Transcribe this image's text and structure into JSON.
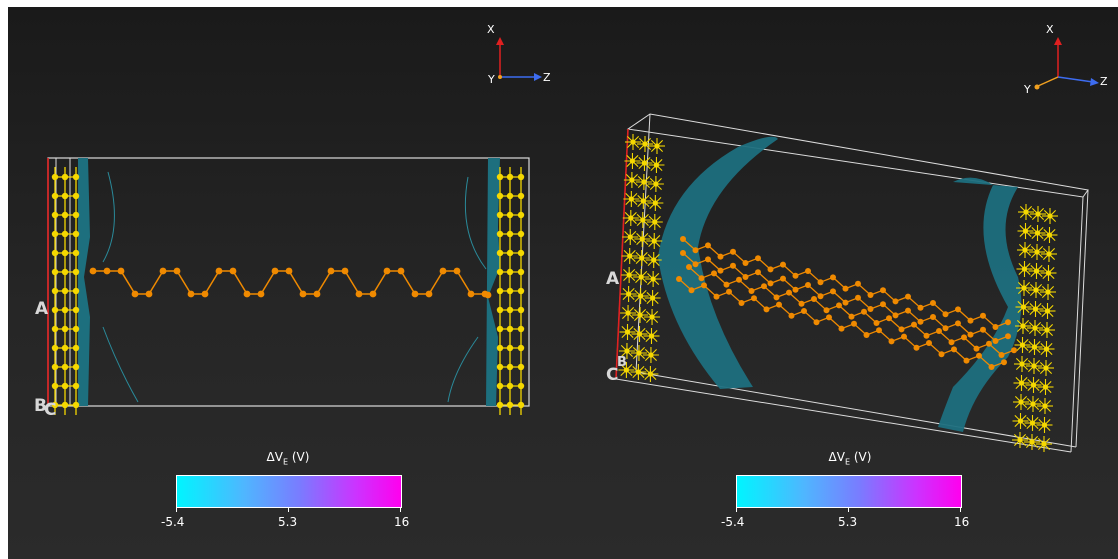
{
  "panels": [
    {
      "axes": {
        "x": "X",
        "y": "Y",
        "z": "Z"
      },
      "cell_letters": [
        "A",
        "B",
        "C"
      ],
      "colorbar": {
        "title": "ΔV",
        "title_sub": "E",
        "title_unit": "(V)",
        "ticks": [
          "-5.4",
          "5.3",
          "16"
        ],
        "colors": [
          "#00f5ff",
          "#7a7bff",
          "#ff00ee"
        ]
      }
    },
    {
      "axes": {
        "x": "X",
        "y": "Y",
        "z": "Z"
      },
      "cell_letters": [
        "A",
        "B",
        "C"
      ],
      "colorbar": {
        "title": "ΔV",
        "title_sub": "E",
        "title_unit": "(V)",
        "ticks": [
          "-5.4",
          "5.3",
          "16"
        ],
        "colors": [
          "#00f5ff",
          "#7a7bff",
          "#ff00ee"
        ]
      }
    }
  ],
  "colors": {
    "background": "#222222",
    "electrode_atom": "#f5d800",
    "chain_atom": "#f08a00",
    "isosurface": "#1d6f7e",
    "cell_edge": "#dcdcdc",
    "axis_x": "#e02020",
    "axis_y": "#f0a020",
    "axis_z": "#3d6cf0"
  }
}
